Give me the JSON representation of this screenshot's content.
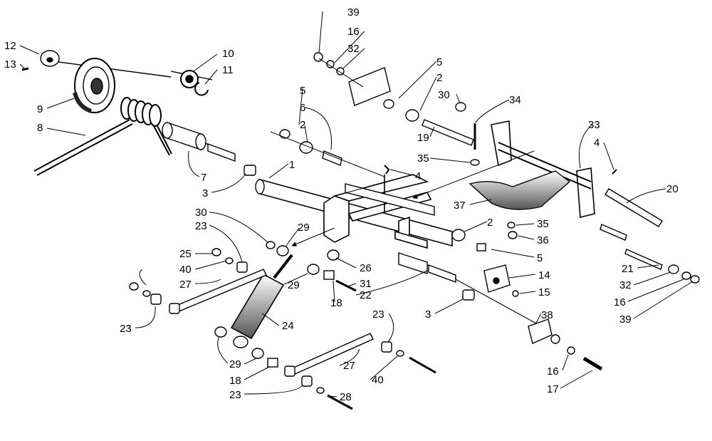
{
  "diagram": {
    "callouts": {
      "c12": "12",
      "c13": "13",
      "c9": "9",
      "c8": "8",
      "c10": "10",
      "c11": "11",
      "c7": "7",
      "c3a": "3",
      "c1": "1",
      "c5a": "5",
      "c6": "6",
      "c2a": "2",
      "c39a": "39",
      "c16a": "16",
      "c32a": "32",
      "c5b": "5",
      "c2b": "2",
      "c19": "19",
      "c35a": "35",
      "c4a": "4",
      "c30a": "30",
      "c34": "34",
      "c33": "33",
      "c4b": "4",
      "c20": "20",
      "c37": "37",
      "c35b": "35",
      "c36": "36",
      "c2c": "2",
      "c5c": "5",
      "c14": "14",
      "c15": "15",
      "c30b": "30",
      "c29a": "29",
      "c23a": "23",
      "c25": "25",
      "c40a": "40",
      "c27a": "27",
      "c23b": "23",
      "c26": "26",
      "c29b": "29",
      "c31": "31",
      "c18a": "18",
      "c22": "22",
      "c3b": "3",
      "c24": "24",
      "c23c": "23",
      "c29c": "29",
      "c18b": "18",
      "c23d": "23",
      "c27b": "27",
      "c40b": "40",
      "c28": "28",
      "c38": "38",
      "c16b": "16",
      "c17": "17",
      "c21": "21",
      "c32b": "32",
      "c16c": "16",
      "c39b": "39"
    }
  }
}
